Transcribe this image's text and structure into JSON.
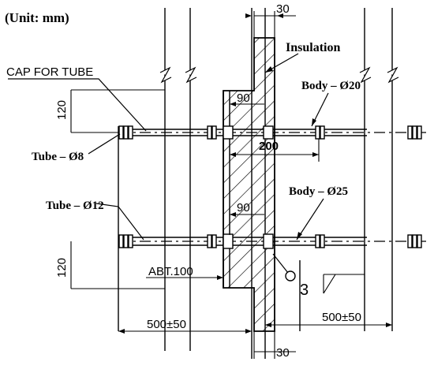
{
  "unit_label": "(Unit: mm)",
  "labels": {
    "insulation": "Insulation",
    "cap_for_tube": "CAP FOR TUBE",
    "body_upper": "Body – Ø20",
    "body_lower": "Body – Ø25",
    "tube_upper": "Tube – Ø8",
    "tube_lower": "Tube – Ø12"
  },
  "dimensions": {
    "top_thickness": "30",
    "bottom_thickness": "30",
    "upper_spacing": "120",
    "lower_spacing": "120",
    "upper_offset": "90",
    "lower_offset": "90",
    "body_length": "200",
    "abt": "ABT.100",
    "left_span": "500±50",
    "right_span": "500±50"
  },
  "callout": {
    "number": "3"
  },
  "colors": {
    "line": "#000000",
    "background": "#ffffff"
  }
}
